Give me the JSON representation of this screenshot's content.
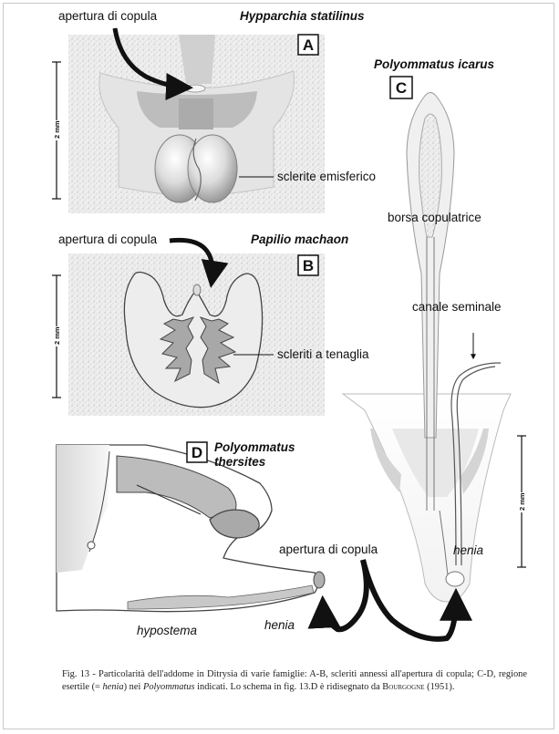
{
  "panels": {
    "a": {
      "letter": "A",
      "species": "Hypparchia statilinus",
      "label_opening": "apertura di copula",
      "label_structure": "sclerite emisferico",
      "scale": "2 mm"
    },
    "b": {
      "letter": "B",
      "species": "Papilio machaon",
      "label_opening": "apertura di copula",
      "label_structure": "scleriti a tenaglia",
      "scale": "2 mm"
    },
    "c": {
      "letter": "C",
      "species": "Polyommatus icarus",
      "label_bursa": "borsa copulatrice",
      "label_canal": "canale seminale",
      "label_henia": "henia",
      "scale": "2 mm"
    },
    "d": {
      "letter": "D",
      "species_line1": "Polyommatus",
      "species_line2": "thersites",
      "label_hypostema": "hypostema",
      "label_henia": "henia"
    },
    "shared_label": "apertura di copula"
  },
  "caption": {
    "part1": "Fig. 13 - Particolarità dell'addome in Ditrysia di varie famiglie: A-B, scleriti annessi all'apertura di copula; C-D, regione esertile (= ",
    "henia": "henia",
    "part2": ") nei ",
    "genus": "Polyommatus",
    "part3": " indicati. Lo schema in fig. 13.D è ridisegnato da ",
    "author": "Bourgogne",
    "part4": " (1951)."
  }
}
